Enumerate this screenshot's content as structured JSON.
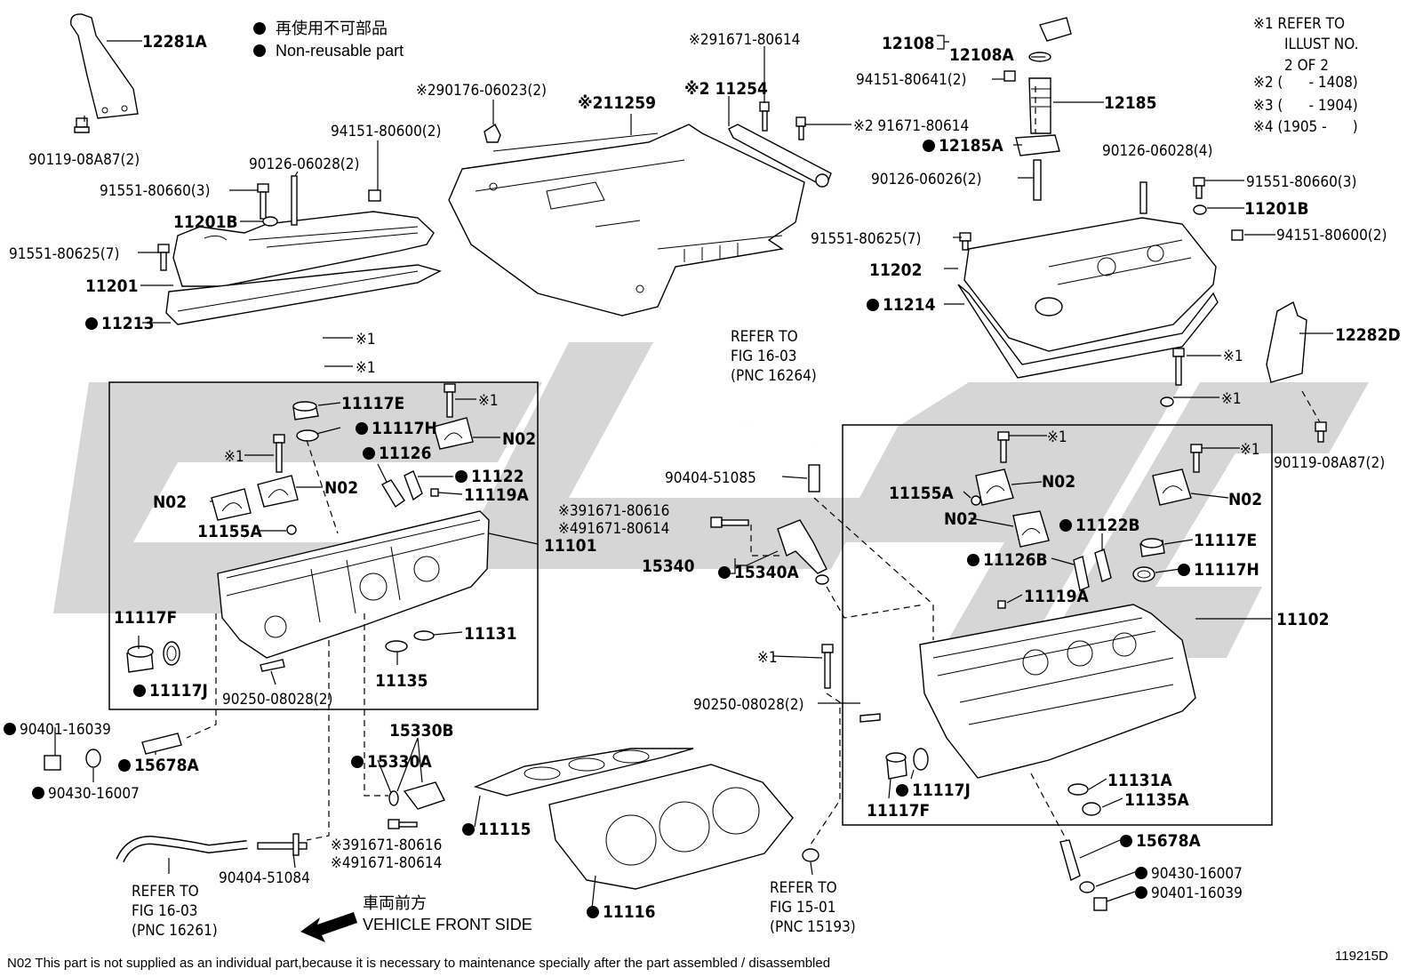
{
  "legend": {
    "line1": "再使用不可部品",
    "line2": "Non-reusable part"
  },
  "notes": {
    "n1a": "※1 REFER TO",
    "n1b": "ILLUST NO.",
    "n1c": "2 OF 2",
    "n2": "※2 (      - 1408)",
    "n3": "※3 (      - 1904)",
    "n4": "※4 (1905 -      )"
  },
  "labels": [
    {
      "id": "12281A",
      "text": "12281A",
      "dot": false,
      "bold": true
    },
    {
      "id": "90119-08A87-left",
      "text": "90119-08A87(2)",
      "dot": false,
      "bold": false
    },
    {
      "id": "90176-06023",
      "text": "※290176-06023(2)",
      "dot": false,
      "bold": false
    },
    {
      "id": "11259",
      "text": "※211259",
      "dot": false,
      "bold": true
    },
    {
      "id": "91671-80614-top",
      "text": "※291671-80614",
      "dot": false,
      "bold": false
    },
    {
      "id": "11254",
      "text": "※2 11254",
      "dot": false,
      "bold": true
    },
    {
      "id": "91671-80614-b",
      "text": "※2 91671-80614",
      "dot": false,
      "bold": false
    },
    {
      "id": "12108",
      "text": "12108",
      "dot": false,
      "bold": true
    },
    {
      "id": "12108A",
      "text": "12108A",
      "dot": false,
      "bold": true
    },
    {
      "id": "94151-80641",
      "text": "94151-80641(2)",
      "dot": false,
      "bold": false
    },
    {
      "id": "12185",
      "text": "12185",
      "dot": false,
      "bold": true
    },
    {
      "id": "12185A",
      "text": "12185A",
      "dot": true,
      "bold": true
    },
    {
      "id": "90126-06026",
      "text": "90126-06026(2)",
      "dot": false,
      "bold": false
    },
    {
      "id": "90126-06028-right",
      "text": "90126-06028(4)",
      "dot": false,
      "bold": false
    },
    {
      "id": "91551-80660-right",
      "text": "91551-80660(3)",
      "dot": false,
      "bold": false
    },
    {
      "id": "11201B-right",
      "text": "11201B",
      "dot": false,
      "bold": true
    },
    {
      "id": "94151-80600-right",
      "text": "94151-80600(2)",
      "dot": false,
      "bold": false
    },
    {
      "id": "91551-80625-right",
      "text": "91551-80625(7)",
      "dot": false,
      "bold": false
    },
    {
      "id": "11202",
      "text": "11202",
      "dot": false,
      "bold": true
    },
    {
      "id": "11214",
      "text": "11214",
      "dot": true,
      "bold": true
    },
    {
      "id": "12282D",
      "text": "12282D",
      "dot": false,
      "bold": true
    },
    {
      "id": "s1-right-a",
      "text": "※1",
      "dot": false,
      "bold": false
    },
    {
      "id": "s1-right-b",
      "text": "※1",
      "dot": false,
      "bold": false
    },
    {
      "id": "90119-08A87-right",
      "text": "90119-08A87(2)",
      "dot": false,
      "bold": false
    },
    {
      "id": "94151-80600-left",
      "text": "94151-80600(2)",
      "dot": false,
      "bold": false
    },
    {
      "id": "90126-06028-left",
      "text": "90126-06028(2)",
      "dot": false,
      "bold": false
    },
    {
      "id": "91551-80660-left",
      "text": "91551-80660(3)",
      "dot": false,
      "bold": false
    },
    {
      "id": "11201B-left",
      "text": "11201B",
      "dot": false,
      "bold": true
    },
    {
      "id": "91551-80625-left",
      "text": "91551-80625(7)",
      "dot": false,
      "bold": false
    },
    {
      "id": "11201",
      "text": "11201",
      "dot": false,
      "bold": true
    },
    {
      "id": "11213",
      "text": "11213",
      "dot": true,
      "bold": true
    },
    {
      "id": "s1-a",
      "text": "※1",
      "dot": false,
      "bold": false
    },
    {
      "id": "s1-b",
      "text": "※1",
      "dot": false,
      "bold": false
    },
    {
      "id": "11117E-left",
      "text": "11117E",
      "dot": false,
      "bold": true
    },
    {
      "id": "s1-c",
      "text": "※1",
      "dot": false,
      "bold": false
    },
    {
      "id": "11117H-left",
      "text": "11117H",
      "dot": true,
      "bold": true
    },
    {
      "id": "N02-a",
      "text": "N02",
      "dot": false,
      "bold": true
    },
    {
      "id": "s1-d",
      "text": "※1",
      "dot": false,
      "bold": false
    },
    {
      "id": "11126-left",
      "text": "11126",
      "dot": true,
      "bold": true
    },
    {
      "id": "N02-b",
      "text": "N02",
      "dot": false,
      "bold": true
    },
    {
      "id": "11122-left",
      "text": "11122",
      "dot": true,
      "bold": true
    },
    {
      "id": "N02-c",
      "text": "N02",
      "dot": false,
      "bold": true
    },
    {
      "id": "11119A-left",
      "text": "11119A",
      "dot": false,
      "bold": true
    },
    {
      "id": "11155A-left",
      "text": "11155A",
      "dot": false,
      "bold": true
    },
    {
      "id": "11101",
      "text": "11101",
      "dot": false,
      "bold": true
    },
    {
      "id": "11117F-left",
      "text": "11117F",
      "dot": false,
      "bold": true
    },
    {
      "id": "11117J-left",
      "text": "11117J",
      "dot": true,
      "bold": true
    },
    {
      "id": "90250-08028-left",
      "text": "90250-08028(2)",
      "dot": false,
      "bold": false
    },
    {
      "id": "11135-left",
      "text": "11135",
      "dot": false,
      "bold": true
    },
    {
      "id": "11131-left",
      "text": "11131",
      "dot": false,
      "bold": true
    },
    {
      "id": "refer-16-03-top-a",
      "text": "REFER TO",
      "dot": false,
      "bold": false
    },
    {
      "id": "refer-16-03-top-b",
      "text": "FIG 16-03",
      "dot": false,
      "bold": false
    },
    {
      "id": "refer-16-03-top-c",
      "text": "(PNC 16264)",
      "dot": false,
      "bold": false
    },
    {
      "id": "90404-51085",
      "text": "90404-51085",
      "dot": false,
      "bold": false
    },
    {
      "id": "91671-80616-mid",
      "text": "※391671-80616",
      "dot": false,
      "bold": false
    },
    {
      "id": "91671-80614-mid",
      "text": "※491671-80614",
      "dot": false,
      "bold": false
    },
    {
      "id": "15340",
      "text": "15340",
      "dot": false,
      "bold": true
    },
    {
      "id": "15340A",
      "text": "15340A",
      "dot": true,
      "bold": true
    },
    {
      "id": "s1-e",
      "text": "※1",
      "dot": false,
      "bold": false
    },
    {
      "id": "90250-08028-right",
      "text": "90250-08028(2)",
      "dot": false,
      "bold": false
    },
    {
      "id": "s1-f",
      "text": "※1",
      "dot": false,
      "bold": false
    },
    {
      "id": "s1-g",
      "text": "※1",
      "dot": false,
      "bold": false
    },
    {
      "id": "11155A-right",
      "text": "11155A",
      "dot": false,
      "bold": true
    },
    {
      "id": "N02-d",
      "text": "N02",
      "dot": false,
      "bold": true
    },
    {
      "id": "N02-e",
      "text": "N02",
      "dot": false,
      "bold": true
    },
    {
      "id": "N02-f",
      "text": "N02",
      "dot": false,
      "bold": true
    },
    {
      "id": "11122B",
      "text": "11122B",
      "dot": true,
      "bold": true
    },
    {
      "id": "11117E-right",
      "text": "11117E",
      "dot": false,
      "bold": true
    },
    {
      "id": "11126B",
      "text": "11126B",
      "dot": true,
      "bold": true
    },
    {
      "id": "11117H-right",
      "text": "11117H",
      "dot": true,
      "bold": true
    },
    {
      "id": "11119A-right",
      "text": "11119A",
      "dot": false,
      "bold": true
    },
    {
      "id": "11102",
      "text": "11102",
      "dot": false,
      "bold": true
    },
    {
      "id": "11117J-right",
      "text": "11117J",
      "dot": true,
      "bold": true
    },
    {
      "id": "11117F-right",
      "text": "11117F",
      "dot": false,
      "bold": true
    },
    {
      "id": "11131A",
      "text": "11131A",
      "dot": false,
      "bold": true
    },
    {
      "id": "11135A",
      "text": "11135A",
      "dot": false,
      "bold": true
    },
    {
      "id": "15678A-right",
      "text": "15678A",
      "dot": true,
      "bold": true
    },
    {
      "id": "90430-16007-right",
      "text": "90430-16007",
      "dot": true,
      "bold": false
    },
    {
      "id": "90401-16039-right",
      "text": "90401-16039",
      "dot": true,
      "bold": false
    },
    {
      "id": "90401-16039-left",
      "text": "90401-16039",
      "dot": true,
      "bold": false
    },
    {
      "id": "15678A-left",
      "text": "15678A",
      "dot": true,
      "bold": true
    },
    {
      "id": "90430-16007-left",
      "text": "90430-16007",
      "dot": true,
      "bold": false
    },
    {
      "id": "15330B",
      "text": "15330B",
      "dot": false,
      "bold": true
    },
    {
      "id": "15330A",
      "text": "15330A",
      "dot": true,
      "bold": true
    },
    {
      "id": "91671-80616-bot",
      "text": "※391671-80616",
      "dot": false,
      "bold": false
    },
    {
      "id": "91671-80614-bot",
      "text": "※491671-80614",
      "dot": false,
      "bold": false
    },
    {
      "id": "11115",
      "text": "11115",
      "dot": true,
      "bold": true
    },
    {
      "id": "11116",
      "text": "11116",
      "dot": true,
      "bold": true
    },
    {
      "id": "90404-51084",
      "text": "90404-51084",
      "dot": false,
      "bold": false
    },
    {
      "id": "refer-16-03-bot-a",
      "text": "REFER TO",
      "dot": false,
      "bold": false
    },
    {
      "id": "refer-16-03-bot-b",
      "text": "FIG 16-03",
      "dot": false,
      "bold": false
    },
    {
      "id": "refer-16-03-bot-c",
      "text": "(PNC 16261)",
      "dot": false,
      "bold": false
    },
    {
      "id": "refer-15-01-a",
      "text": "REFER TO",
      "dot": false,
      "bold": false
    },
    {
      "id": "refer-15-01-b",
      "text": "FIG 15-01",
      "dot": false,
      "bold": false
    },
    {
      "id": "refer-15-01-c",
      "text": "(PNC 15193)",
      "dot": false,
      "bold": false
    }
  ],
  "front": {
    "jp": "車両前方",
    "en": "VEHICLE FRONT SIDE"
  },
  "footnote": "N02 This part is not supplied as an individual part,because it is necessary to maintenance specially after the part assembled / disassembled",
  "figure_id": "119215D",
  "colors": {
    "watermark": "#d2d2d2",
    "line": "#000000",
    "background": "#ffffff"
  }
}
